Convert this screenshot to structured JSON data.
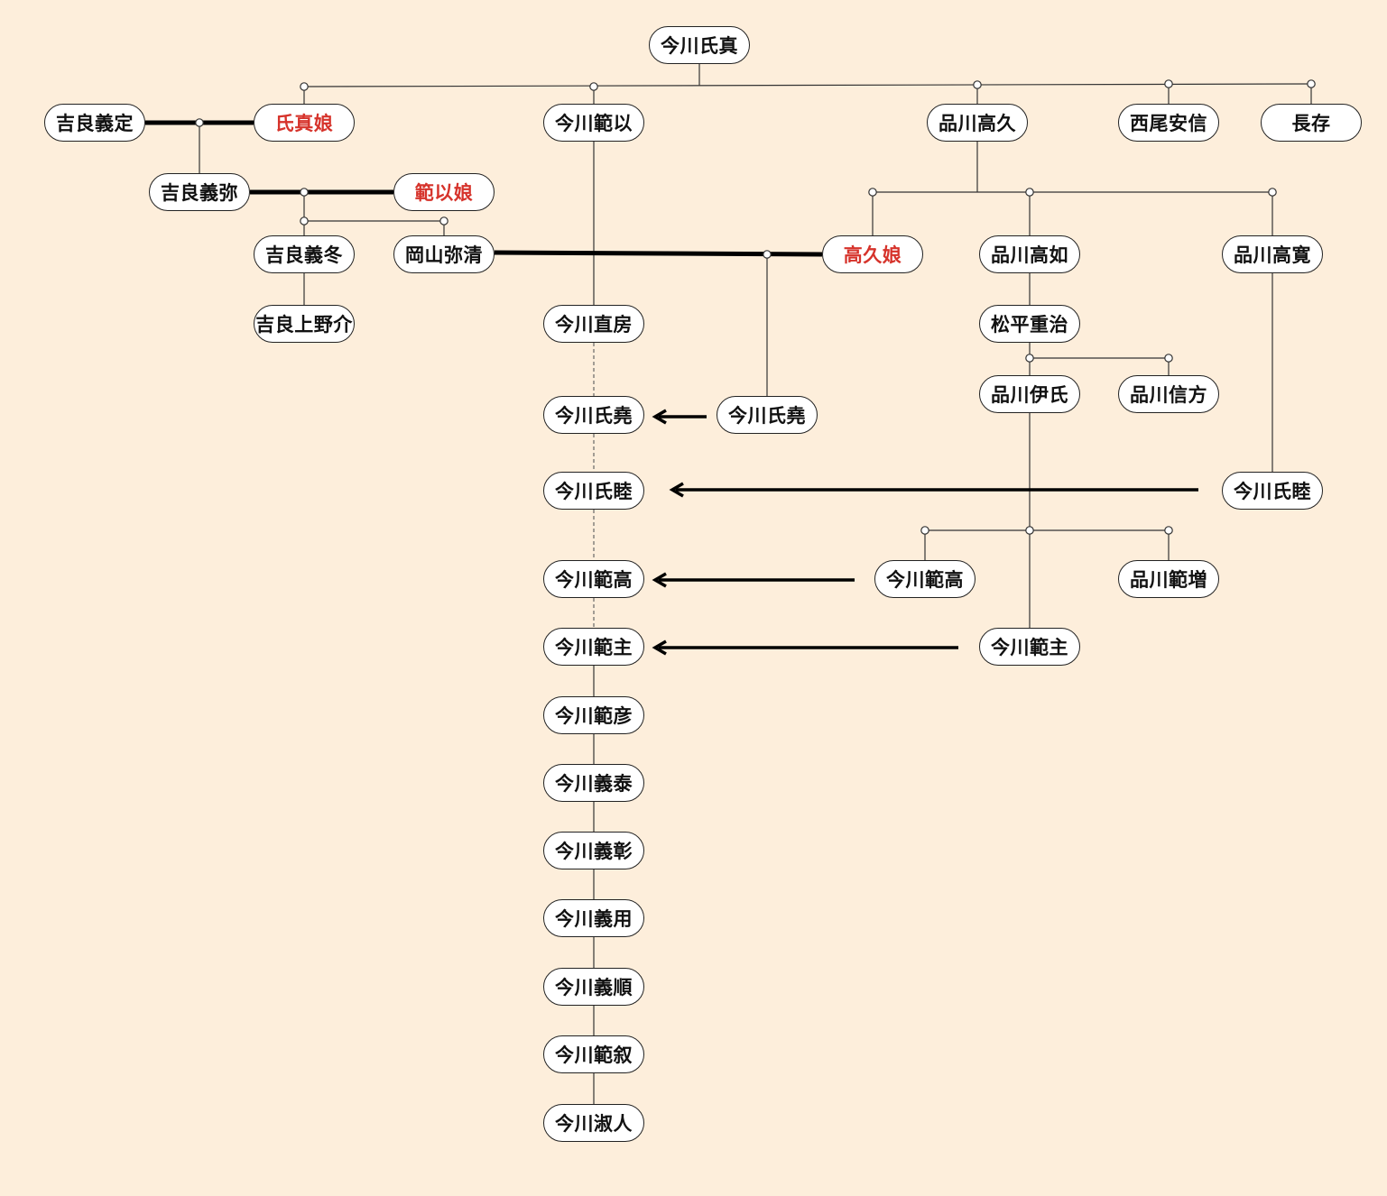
{
  "colors": {
    "background": "#fdeedb",
    "node_fill": "#ffffff",
    "line": "#222222",
    "highlight_text": "#d6332b"
  },
  "nodes": {
    "ujizane": "今川氏真",
    "kira_yoshisada": "吉良義定",
    "ujizane_musume": "氏真娘",
    "imagawa_norimochi": "今川範以",
    "shinagawa_takahisa": "品川高久",
    "nishio_yasunobu": "西尾安信",
    "nagaari": "長存",
    "kira_yoshimitsu": "吉良義弥",
    "norimochi_musume": "範以娘",
    "kira_yoshifuyu": "吉良義冬",
    "okayama_yasukiyo": "岡山弥清",
    "takahisa_musume": "高久娘",
    "shinagawa_takayuki": "品川高如",
    "shinagawa_takahiro": "品川高寛",
    "kira_kozukenosuke": "吉良上野介",
    "imagawa_naofusa": "今川直房",
    "matsudaira_shigeharu": "松平重治",
    "imagawa_ujitaka_main": "今川氏堯",
    "imagawa_ujitaka_src": "今川氏堯",
    "shinagawa_koreuji": "品川伊氏",
    "shinagawa_nobukata": "品川信方",
    "imagawa_ujichika_main": "今川氏睦",
    "imagawa_ujichika_src": "今川氏睦",
    "imagawa_noritaka_main": "今川範高",
    "imagawa_noritaka_src": "今川範高",
    "shinagawa_norimasu": "品川範増",
    "imagawa_norinushi_main": "今川範主",
    "imagawa_norinushi_src": "今川範主",
    "imagawa_norihiko": "今川範彦",
    "imagawa_yoshiyasu": "今川義泰",
    "imagawa_yoshiakira": "今川義彰",
    "imagawa_yoshimochi": "今川義用",
    "imagawa_yoshinobu": "今川義順",
    "imagawa_norinobu": "今川範叙",
    "imagawa_yoshito": "今川淑人"
  }
}
